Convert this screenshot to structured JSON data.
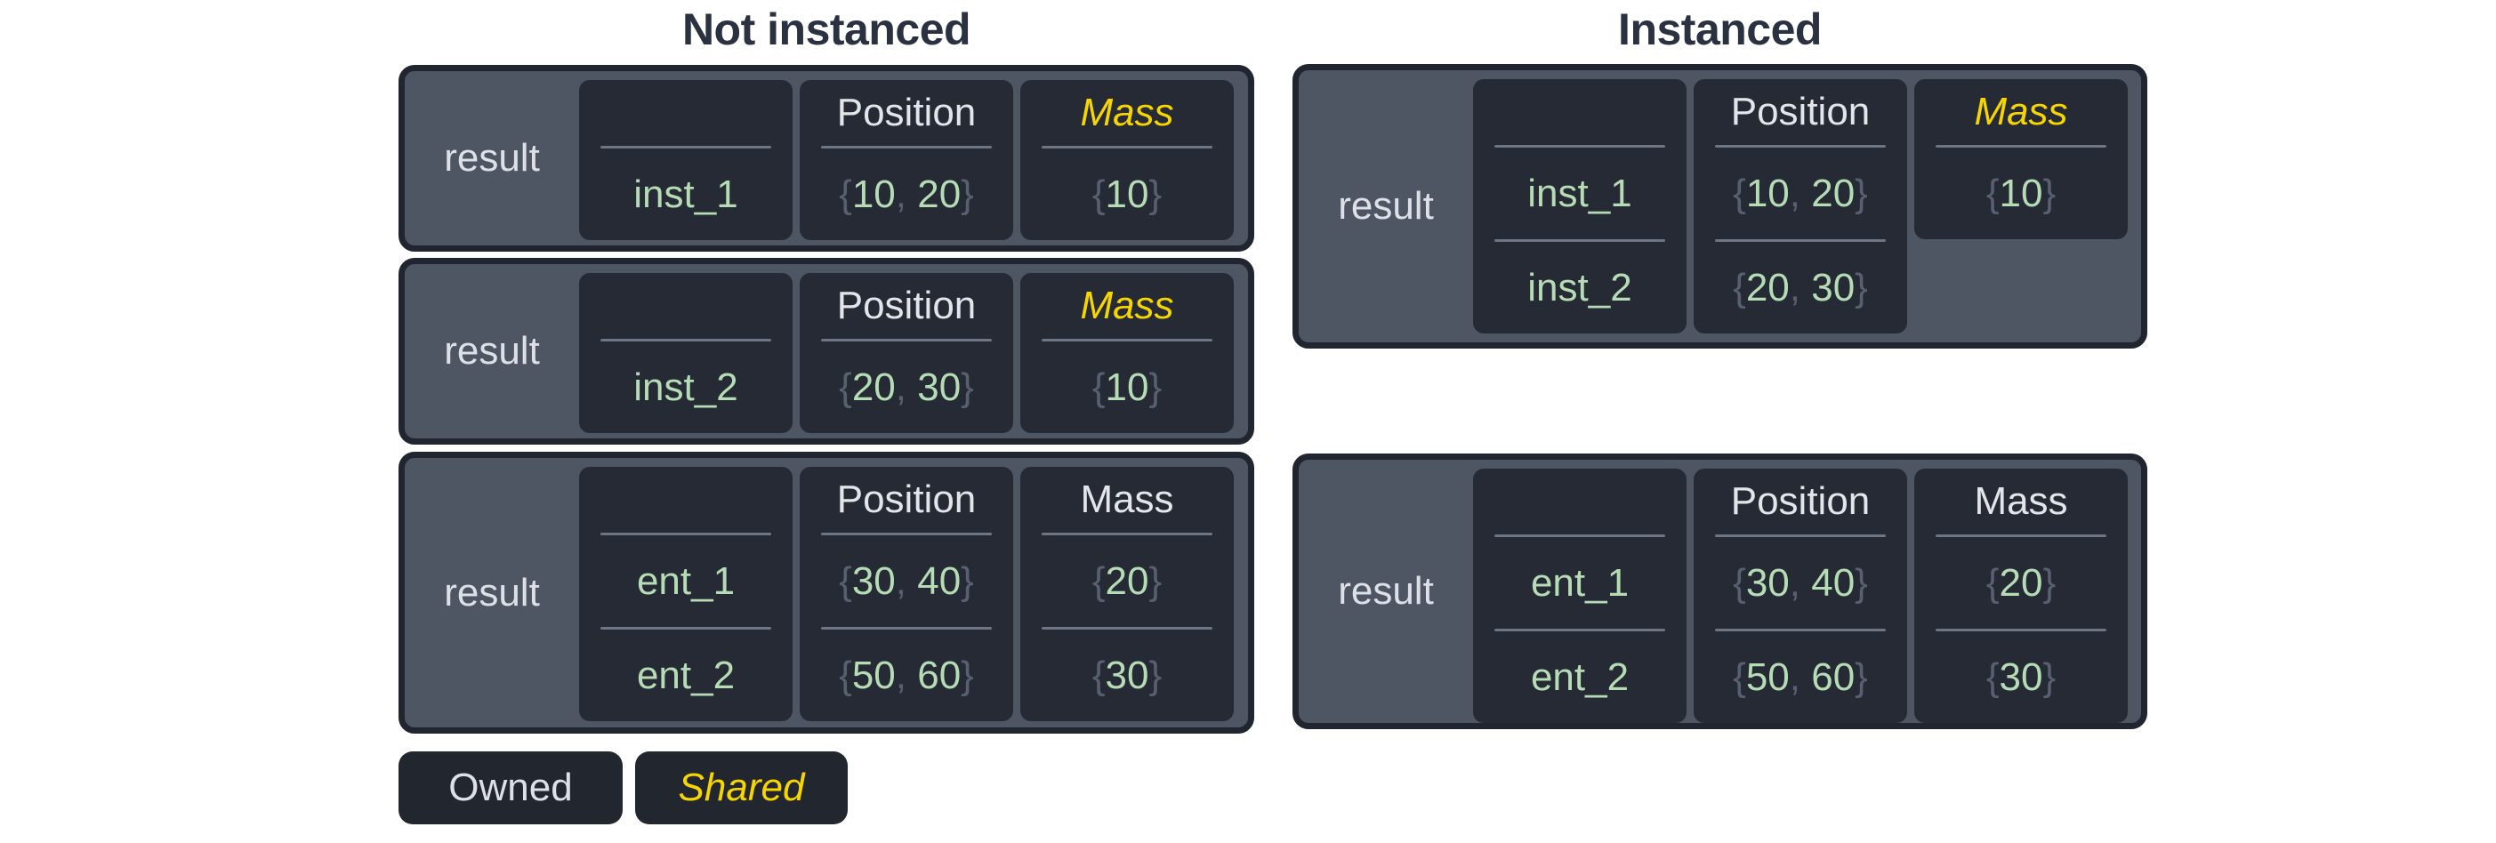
{
  "punct": {
    "open": "{",
    "sep": ", ",
    "close": "}"
  },
  "colors": {
    "page_bg": "#ffffff",
    "title_text": "#2a3140",
    "table_bg": "#4e5563",
    "table_border": "#21252f",
    "cell_bg": "#252a34",
    "divider": "#6e7583",
    "header_text": "#e2e5ea",
    "shared_yellow": "#f7d600",
    "value_green": "#b6dcb6",
    "brace_gray": "#575f70"
  },
  "legend": {
    "owned": "Owned",
    "shared": "Shared"
  },
  "left": {
    "title": "Not instanced",
    "tables": [
      {
        "label": "result",
        "columns": [
          {
            "header": "",
            "rows": [
              [
                "inst_1"
              ]
            ]
          },
          {
            "header": "Position",
            "shared": false,
            "rows": [
              [
                "10",
                "20"
              ]
            ]
          },
          {
            "header": "Mass",
            "shared": true,
            "rows": [
              [
                "10"
              ]
            ]
          }
        ]
      },
      {
        "label": "result",
        "columns": [
          {
            "header": "",
            "rows": [
              [
                "inst_2"
              ]
            ]
          },
          {
            "header": "Position",
            "shared": false,
            "rows": [
              [
                "20",
                "30"
              ]
            ]
          },
          {
            "header": "Mass",
            "shared": true,
            "rows": [
              [
                "10"
              ]
            ]
          }
        ]
      },
      {
        "label": "result",
        "columns": [
          {
            "header": "",
            "rows": [
              [
                "ent_1"
              ],
              [
                "ent_2"
              ]
            ]
          },
          {
            "header": "Position",
            "shared": false,
            "rows": [
              [
                "30",
                "40"
              ],
              [
                "50",
                "60"
              ]
            ]
          },
          {
            "header": "Mass",
            "shared": false,
            "rows": [
              [
                "20"
              ],
              [
                "30"
              ]
            ]
          }
        ]
      }
    ]
  },
  "right": {
    "title": "Instanced",
    "tables": [
      {
        "label": "result",
        "columns": [
          {
            "header": "",
            "rows": [
              [
                "inst_1"
              ],
              [
                "inst_2"
              ]
            ]
          },
          {
            "header": "Position",
            "shared": false,
            "rows": [
              [
                "10",
                "20"
              ],
              [
                "20",
                "30"
              ]
            ]
          },
          {
            "header": "Mass",
            "shared": true,
            "short": true,
            "rows": [
              [
                "10"
              ]
            ]
          }
        ]
      },
      {
        "label": "result",
        "columns": [
          {
            "header": "",
            "rows": [
              [
                "ent_1"
              ],
              [
                "ent_2"
              ]
            ]
          },
          {
            "header": "Position",
            "shared": false,
            "rows": [
              [
                "30",
                "40"
              ],
              [
                "50",
                "60"
              ]
            ]
          },
          {
            "header": "Mass",
            "shared": false,
            "rows": [
              [
                "20"
              ],
              [
                "30"
              ]
            ]
          }
        ]
      }
    ]
  }
}
